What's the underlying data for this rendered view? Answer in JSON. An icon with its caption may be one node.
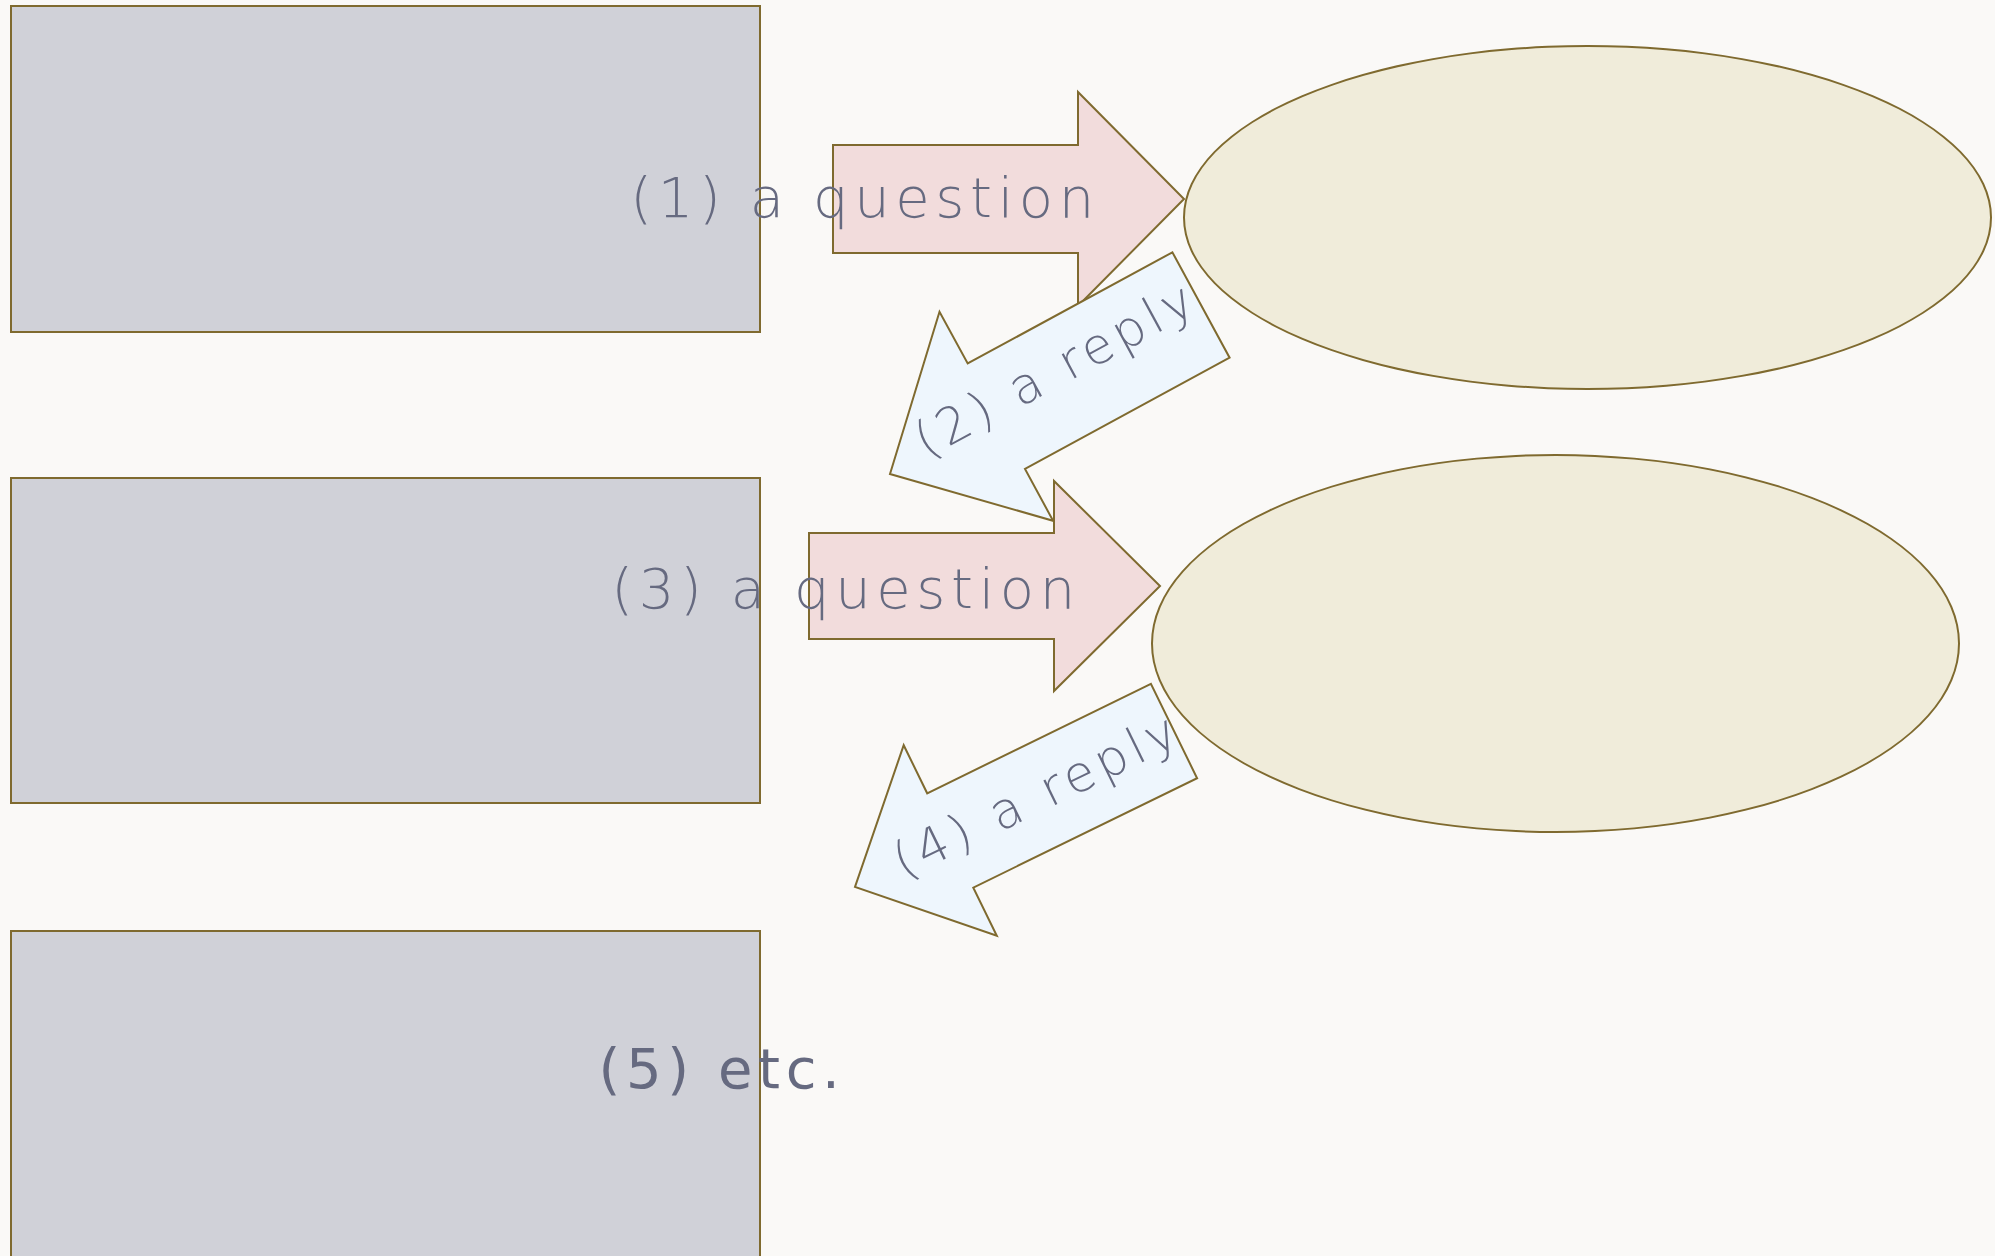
{
  "diagram": {
    "nodes": [
      {
        "text": [],
        "shape": "box"
      },
      {
        "text": [],
        "shape": "ellipse"
      },
      {
        "text": [],
        "shape": "box"
      },
      {
        "text": [],
        "shape": "ellipse"
      },
      {
        "text": [],
        "shape": "box"
      }
    ],
    "edges": [
      {
        "from": 0,
        "to": 1,
        "arrow": "to",
        "label": "(1) a question"
      },
      {
        "from": 1,
        "to": 2,
        "arrow": "to",
        "label": "(2) a reply",
        "color": "#eef6fd"
      },
      {
        "from": 2,
        "to": 3,
        "arrow": "to",
        "label": "(3) a question"
      },
      {
        "from": 3,
        "to": 4,
        "arrow": "to",
        "label": "(4) a reply",
        "color": "#eef6fd"
      }
    ],
    "labels": [
      "(5) etc."
    ]
  }
}
